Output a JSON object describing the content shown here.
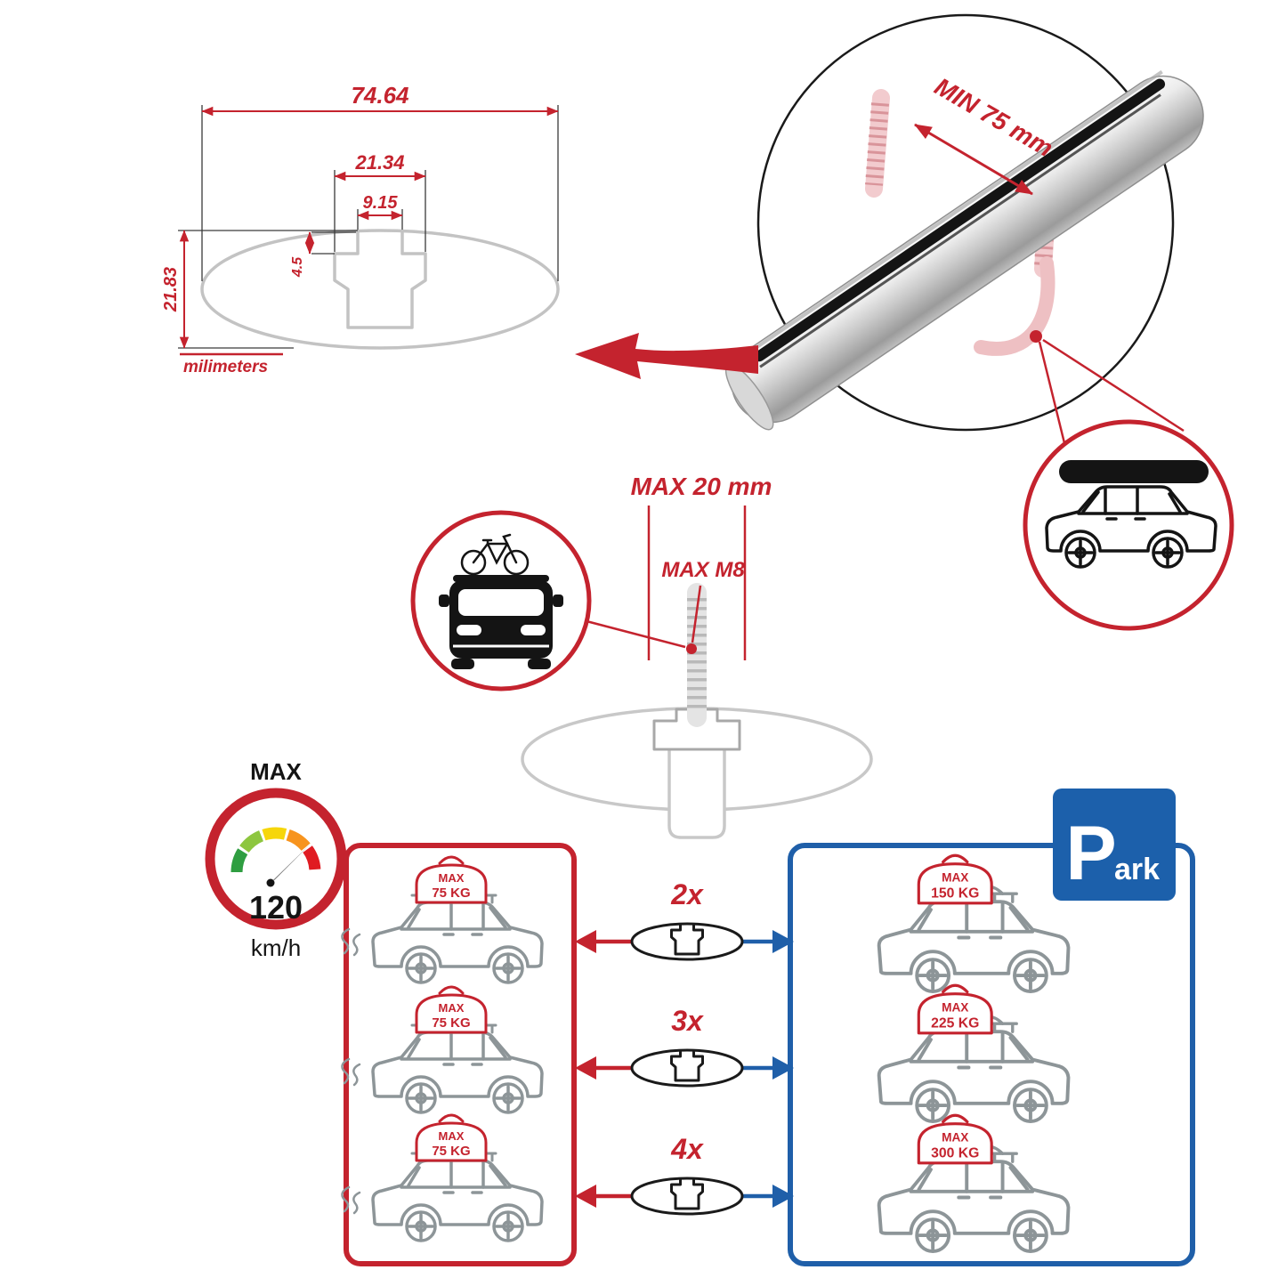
{
  "colors": {
    "red": "#c4232e",
    "blue": "#1f5fa9",
    "sketch_gray": "#c3c3c3",
    "car_gray": "#8d9598",
    "ink": "#141414"
  },
  "tech_drawing": {
    "dim_total_width": "74.64",
    "dim_channel_outer": "21.34",
    "dim_channel_inner": "9.15",
    "dim_channel_depth": "4.5",
    "dim_total_height": "21.83",
    "unit_label": "milimeters"
  },
  "bar_callout": {
    "min_clamp_label": "MIN 75 mm"
  },
  "bolt_callout": {
    "max_length_label": "MAX 20 mm",
    "max_thread_label": "MAX M8"
  },
  "speed_limit": {
    "label": "MAX",
    "value": "120",
    "unit": "km/h"
  },
  "park_sign": {
    "letter": "P",
    "rest": "ark"
  },
  "capacity": {
    "rows": [
      {
        "count": "2x",
        "left": {
          "max": "MAX",
          "load": "75 KG"
        },
        "right": {
          "max": "MAX",
          "load": "150 KG"
        }
      },
      {
        "count": "3x",
        "left": {
          "max": "MAX",
          "load": "75 KG"
        },
        "right": {
          "max": "MAX",
          "load": "225 KG"
        }
      },
      {
        "count": "4x",
        "left": {
          "max": "MAX",
          "load": "75 KG"
        },
        "right": {
          "max": "MAX",
          "load": "300 KG"
        }
      }
    ]
  }
}
